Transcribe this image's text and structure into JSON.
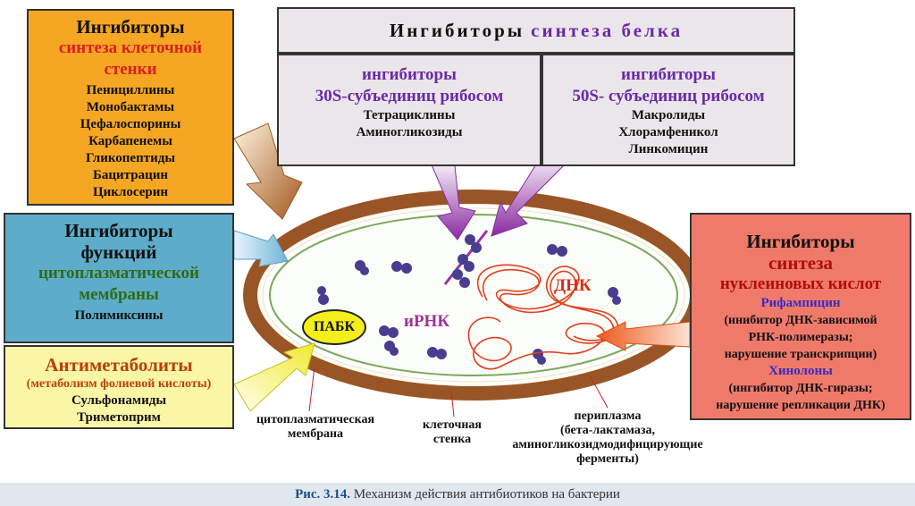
{
  "cell_wall_box": {
    "title": "Ингибиторы",
    "subtitle": "синтеза клеточной стенки",
    "drugs": [
      "Пенициллины",
      "Монобактамы",
      "Цефалоспорины",
      "Карбапенемы",
      "Гликопептиды",
      "Бацитрацин",
      "Циклосерин"
    ],
    "bg": "#f5a623"
  },
  "protein_box": {
    "title_black": "Ингибиторы",
    "title_purple": "синтеза белка",
    "bg": "#ebe6ea"
  },
  "ribo30_box": {
    "title_line1": "ингибиторы",
    "title_line2": "30S-субъединиц рибосом",
    "drugs": [
      "Тетрациклины",
      "Аминогликозиды"
    ]
  },
  "ribo50_box": {
    "title_line1": "ингибиторы",
    "title_line2": "50S- субъединиц рибосом",
    "drugs": [
      "Макролиды",
      "Хлорамфеникол",
      "Линкомицин"
    ]
  },
  "membrane_box": {
    "title_line1": "Ингибиторы",
    "title_line2": "функций",
    "title_line3": "цитоплазматической",
    "title_line4": "мембраны",
    "drug": "Полимиксины",
    "bg": "#5dacc9"
  },
  "antimetabolite_box": {
    "title": "Антиметаболиты",
    "subtitle": "(метаболизм фолиевой кислоты)",
    "drugs": [
      "Сульфонамиды",
      "Триметоприм"
    ],
    "bg": "#fbf5a6"
  },
  "nucleic_box": {
    "title_line1": "Ингибиторы",
    "title_line2": "синтеза",
    "title_line3": "нуклеиновых кислот",
    "drug1": "Рифампицин",
    "drug1_note": [
      "(инибитор ДНК-зависимой",
      "РНК-полимеразы;",
      "нарушение транскрипции)"
    ],
    "drug2": "Хинолоны",
    "drug2_note": [
      "(ингибитор ДНК-гиразы;",
      "нарушение репликации ДНК)"
    ],
    "bg": "#f07a6a"
  },
  "cell_labels": {
    "pabk": "ПАБК",
    "irnk": "иРНК",
    "dnk": "ДНК",
    "membrane": [
      "цитоплазматическая",
      "мембрана"
    ],
    "wall": [
      "клеточная",
      "стенка"
    ],
    "periplasm": [
      "периплазма",
      "(бета-лактамаза,",
      "аминогликозидмодифицирующие",
      "ферменты)"
    ]
  },
  "caption": {
    "fig": "Рис. 3.14.",
    "text": "Механизм действия антибиотиков на бактерии"
  },
  "colors": {
    "wall": "#9a5526",
    "ribosome": "#4a3d8f",
    "dna": "#e0401d",
    "membrane_line": "#7aa85a"
  }
}
